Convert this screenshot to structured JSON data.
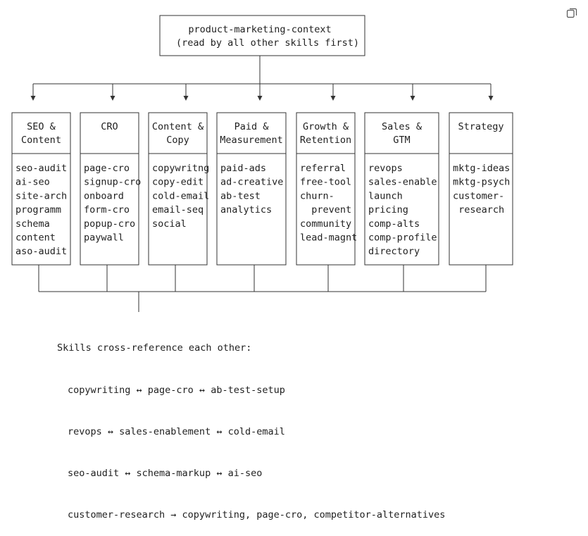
{
  "top": {
    "line1": "product-marketing-context",
    "line2": "(read by all other skills first)"
  },
  "categories": [
    {
      "title": [
        "SEO &",
        "Content"
      ],
      "items": [
        "seo-audit",
        "ai-seo",
        "site-arch",
        "programm",
        "schema",
        "content",
        "aso-audit"
      ]
    },
    {
      "title": [
        "CRO"
      ],
      "items": [
        "page-cro",
        "signup-cro",
        "onboard",
        "form-cro",
        "popup-cro",
        "paywall"
      ]
    },
    {
      "title": [
        "Content &",
        "Copy"
      ],
      "items": [
        "copywritng",
        "copy-edit",
        "cold-email",
        "email-seq",
        "social"
      ]
    },
    {
      "title": [
        "Paid &",
        "Measurement"
      ],
      "items": [
        "paid-ads",
        "ad-creative",
        "ab-test",
        "analytics"
      ]
    },
    {
      "title": [
        "Growth &",
        "Retention"
      ],
      "items": [
        "referral",
        "free-tool",
        "churn-",
        "  prevent",
        "community",
        "lead-magnt"
      ]
    },
    {
      "title": [
        "Sales &",
        "GTM"
      ],
      "items": [
        "revops",
        "sales-enable",
        "launch",
        "pricing",
        "comp-alts",
        "comp-profile",
        "directory"
      ]
    },
    {
      "title": [
        "Strategy"
      ],
      "items": [
        "mktg-ideas",
        "mktg-psych",
        "customer-",
        " research"
      ]
    }
  ],
  "cross_reference": {
    "heading": "Skills cross-reference each other:",
    "lines": [
      "copywriting ↔ page-cro ↔ ab-test-setup",
      "revops ↔ sales-enablement ↔ cold-email",
      "seo-audit ↔ schema-markup ↔ ai-seo",
      "customer-research → copywriting, page-cro, competitor-alternatives"
    ]
  },
  "icons": {
    "copy": "copy-icon"
  }
}
